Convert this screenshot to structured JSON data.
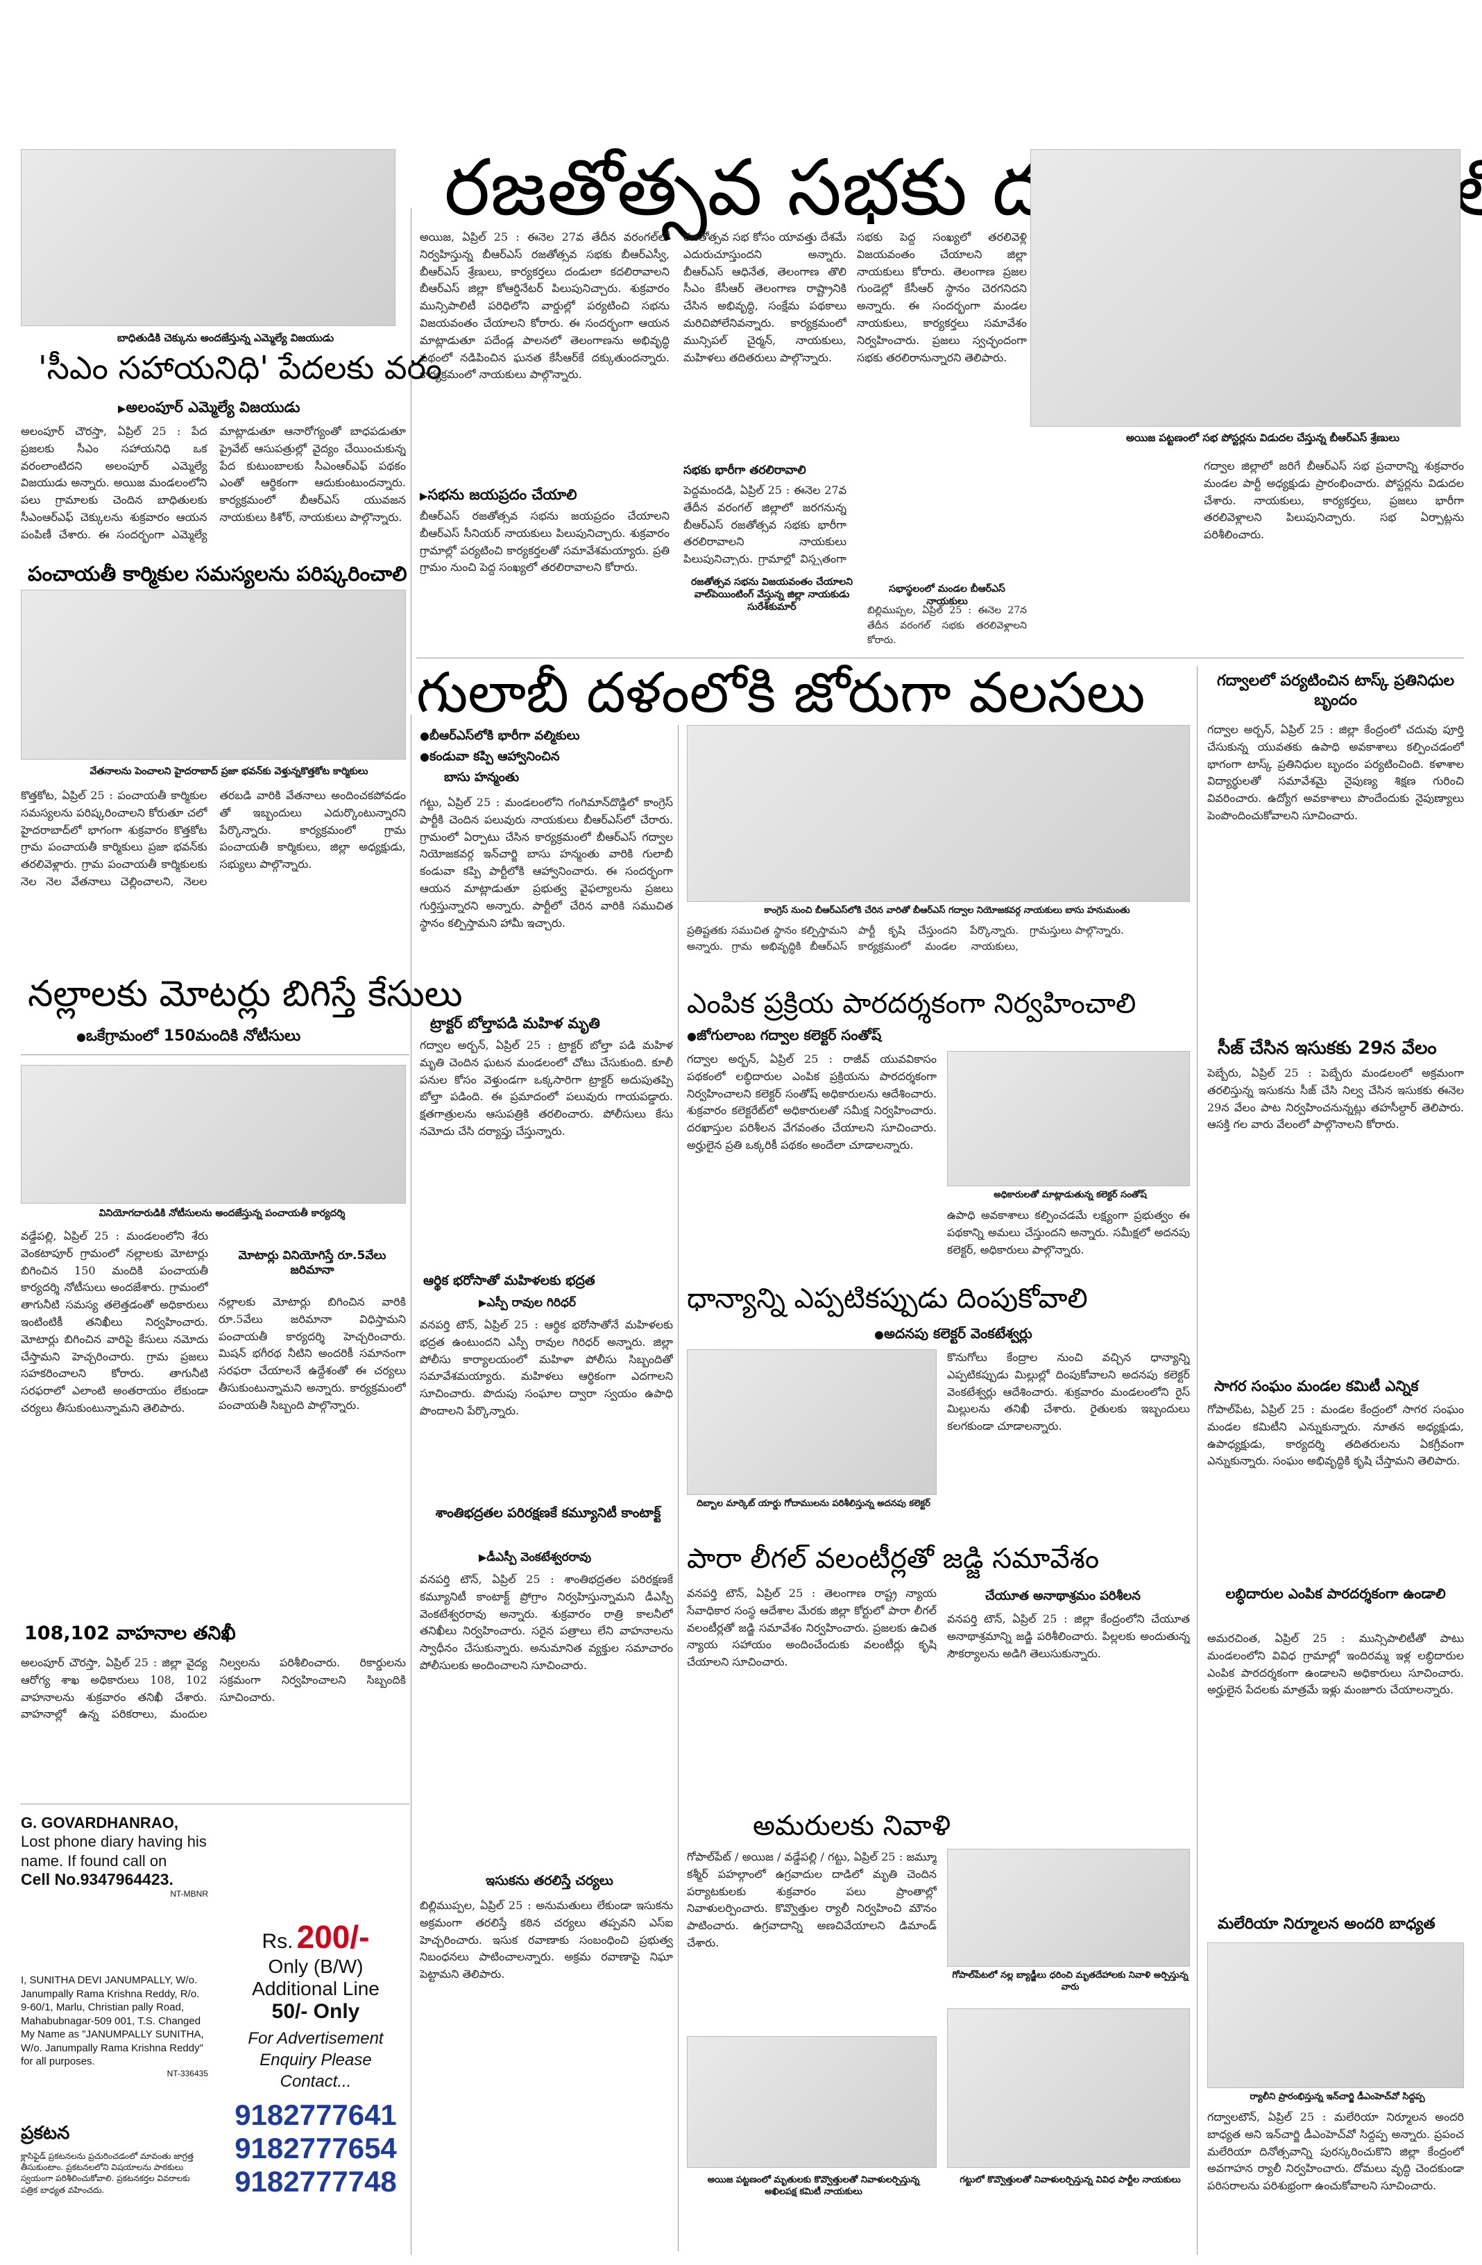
{
  "main_headline": "రజతోత్సవ సభకు దండులా కదలాలి",
  "sec_headline": "గులాబీ దళంలోకి జోరుగా వలసలు",
  "left_top": {
    "caption": "బాధితుడికి చెక్కును అందజేస్తున్న ఎమ్మెల్యే విజయుడు",
    "headline": "'సీఎం సహాయనిధి' పేదలకు వరం",
    "byline": "అలంపూర్ ఎమ్మెల్యే విజయుడు",
    "body": "అలంపూర్ చౌరస్తా, ఏప్రిల్ 25 : పేద ప్రజలకు సీఎం సహాయనిధి ఒక వరంలాంటిదని అలంపూర్ ఎమ్మెల్యే విజయుడు అన్నారు. అయిజ మండలంలోని పలు గ్రామాలకు చెందిన బాధితులకు సీఎంఆర్ఎఫ్ చెక్కులను శుక్రవారం ఆయన పంపిణీ చేశారు. ఈ సందర్భంగా ఎమ్మెల్యే మాట్లాడుతూ ఆనారోగ్యంతో బాధపడుతూ ప్రైవేట్ ఆసుపత్రుల్లో వైద్యం చేయించుకున్న పేద కుటుంబాలకు సీఎంఆర్ఎఫ్ పథకం ఎంతో ఆర్థికంగా ఆదుకుంటుందన్నారు. కార్యక్రమంలో బీఆర్ఎస్ యువజన నాయకులు కిశోర్, నాయకులు పాల్గొన్నారు.",
    "headline2": "పంచాయతీ కార్మికుల సమస్యలను పరిష్కరించాలి"
  },
  "left_mid": {
    "caption": "వేతనాలను పెంచాలని హైదరాబాద్ ప్రజా భవన్‌కు వెళ్తున్నకొత్తకోట కార్మికులు",
    "body": "కొత్తకోట, ఏప్రిల్ 25 : పంచాయతీ కార్మికుల సమస్యలను పరిష్కరించాలని కోరుతూ చలో హైదరాబాద్‌లో భాగంగా శుక్రవారం కొత్తకోట గ్రామ పంచాయతీ కార్మికులు ప్రజా భవన్‌కు తరలివెళ్లారు. గ్రామ పంచాయతీ కార్మికులకు నెల నెల వేతనాలు చెల్లించాలని, నెలల తరబడి వారికి వేతనాలు అందించకపోవడం తో ఇబ్బందులు ఎదుర్కొంటున్నారని పేర్కొన్నారు. కార్యక్రమంలో గ్రామ పంచాయతీ కార్మికులు, జిల్లా అధ్యక్షుడు, సభ్యులు పాల్గొన్నారు.",
    "headline": "నల్లాలకు మోటర్లు బిగిస్తే కేసులు",
    "sub": "ఒకేగ్రామంలో 150మందికి నోటీసులు"
  },
  "left_low": {
    "caption": "వినియోగదారుడికి నోటీసులను అందజేస్తున్న పంచాయతీ కార్యదర్శి",
    "body_a": "వడ్డేపల్లి, ఏప్రిల్ 25 : మండలంలోని శేరు వెంకటాపూర్ గ్రామంలో నల్లాలకు మోటార్లు బిగించిన 150 మందికి పంచాయతీ కార్యదర్శి నోటీసులు అందజేశారు. గ్రామంలో తాగునీటి సమస్య తలెత్తడంతో అధికారులు ఇంటింటికీ తనిఖీలు నిర్వహించారు. మోటార్లు బిగించిన వారిపై కేసులు నమోదు చేస్తామని హెచ్చరించారు. గ్రామ ప్రజలు సహకరించాలని కోరారు. తాగునీటి సరఫరాలో ఎలాంటి అంతరాయం లేకుండా చర్యలు తీసుకుంటున్నామని తెలిపారు.",
    "sub1": "మోటార్లు వినియోగిస్తే రూ.5వేలు జరిమానా",
    "body_b": "నల్లాలకు మోటార్లు బిగించిన వారికి రూ.5వేలు జరిమానా విధిస్తామని పంచాయతీ కార్యదర్శి హెచ్చరించారు. మిషన్ భగీరథ నీటిని అందరికీ సమానంగా సరఫరా చేయాలనే ఉద్దేశంతో ఈ చర్యలు తీసుకుంటున్నామని అన్నారు. కార్యక్రమంలో పంచాయతీ సిబ్బంది పాల్గొన్నారు.",
    "headline": "108,102 వాహనాల తనిఖీ",
    "body_c": "అలంపూర్ చౌరస్తా, ఏప్రిల్ 25 : జిల్లా వైద్య ఆరోగ్య శాఖ అధికారులు 108, 102 వాహనాలను శుక్రవారం తనిఖీ చేశారు. వాహనాల్లో ఉన్న పరికరాలు, మందుల నిల్వలను పరిశీలించారు. రికార్డులను సక్రమంగా నిర్వహించాలని సిబ్బందికి సూచించారు."
  },
  "classifieds": {
    "ad1_title": "G. GOVARDHANRAO,",
    "ad1_body": "Lost phone diary having his name. If found call on",
    "ad1_phone": "Cell No.9347964423.",
    "ad1_code": "NT-MBNR",
    "ad2_body": "I, SUNITHA DEVI JANUMPALLY, W/o. Janumpally Rama Krishna Reddy, R/o. 9-60/1, Marlu, Christian pally Road, Mahabubnagar-509 001, T.S. Changed My Name as \"JANUMPALLY SUNITHA, W/o. Janumpally Rama Krishna Reddy\" for all purposes.",
    "ad2_code": "NT-336435",
    "notice_title": "ప్రకటన",
    "notice_body": "క్లాసిఫైడ్ ప్రకటనలను ప్రచురించడంలో మావంతు జాగ్రత్త తీసుకుంటాం. ప్రకటనలలోని విషయాలను పాఠకులు స్వయంగా పరిశీలించుకోవాలి. ప్రకటనకర్తల వివరాలకు పత్రిక బాధ్యత వహించదు.",
    "rate_prefix": "Rs.",
    "rate_amount": "200/-",
    "rate_line1": "Only (B/W)",
    "rate_line2": "Additional Line",
    "rate_additional": "50/- Only",
    "enquiry": "For Advertisement Enquiry Please Contact...",
    "phones": [
      "9182777641",
      "9182777654",
      "9182777748"
    ]
  },
  "center_top": {
    "body_a": "అయిజ, ఏప్రిల్ 25 : ఈనెల 27వ తేదీన వరంగల్‌లో నిర్వహిస్తున్న బీఆర్ఎస్ రజతోత్సవ సభకు బీఆర్ఎస్వీ, బీఆర్ఎస్ శ్రేణులు, కార్యకర్తలు దండులా కదలిరావాలని బీఆర్ఎస్ జిల్లా కోఆర్డినేటర్ పిలుపునిచ్చారు. శుక్రవారం మున్సిపాలిటీ పరిధిలోని వార్డుల్లో పర్యటించి సభను విజయవంతం చేయాలని కోరారు. ఈ సందర్భంగా ఆయన మాట్లాడుతూ పదేండ్ల పాలనలో తెలంగాణను అభివృద్ధి పథంలో నడిపించిన ఘనత కేసీఆర్‌కే దక్కుతుందన్నారు. కార్యక్రమంలో నాయకులు పాల్గొన్నారు.",
    "sub1": "సభను జయప్రదం చేయాలి",
    "body_b": "బీఆర్ఎస్ రజతోత్సవ సభను జయప్రదం చేయాలని బీఆర్ఎస్ సీనియర్ నాయకులు పిలుపునిచ్చారు. శుక్రవారం గ్రామాల్లో పర్యటించి కార్యకర్తలతో సమావేశమయ్యారు. ప్రతి గ్రామం నుంచి పెద్ద సంఖ్యలో తరలిరావాలని కోరారు.",
    "body_c": "రజతోత్సవ సభ కోసం యావత్తు దేశమే ఎదురుచూస్తుందని అన్నారు. బీఆర్ఎస్ ఆధినేత, తెలంగాణ తొలి సీఎం కేసీఆర్ తెలంగాణ రాష్ట్రానికి చేసిన అభివృద్ధి, సంక్షేమ పథకాలు మరిచిపోలేనివన్నారు. కార్యక్రమంలో మున్సిపల్ చైర్మన్, నాయకులు, మహిళలు తదితరులు పాల్గొన్నారు.",
    "sub2": "సభకు భారీగా తరలిరావాలి",
    "body_d": "పెద్దమందడి, ఏప్రిల్ 25 : ఈనెల 27వ తేదీన వరంగల్ జిల్లాలో జరగనున్న బీఆర్ఎస్ రజతోత్సవ సభకు భారీగా తరలిరావాలని నాయకులు పిలుపునిచ్చారు. గ్రామాల్లో విస్తృతంగా ప్రచారం నిర్వహించారు.",
    "body_e": "సభకు పెద్ద సంఖ్యలో తరలివెళ్లి విజయవంతం చేయాలని జిల్లా నాయకులు కోరారు. తెలంగాణ ప్రజల గుండెల్లో కేసీఆర్ స్థానం చెరగనిదని అన్నారు. ఈ సందర్భంగా మండల నాయకులు, కార్యకర్తలు సమావేశం నిర్వహించారు. ప్రజలు స్వచ్ఛందంగా సభకు తరలిరానున్నారని తెలిపారు.",
    "caption_left": "రజతోత్సవ సభను విజయవంతం చేయాలని వాల్‌పెయింటింగ్ వేస్తున్న జిల్లా నాయకుడు సురేశ్‌కుమార్",
    "caption_mid": "సభాస్థలంలో మండల బీఆర్ఎస్ నాయకులు",
    "body_f": "బిల్లిముప్పల, ఏప్రిల్ 25 : ఈనెల 27న తేదీన వరంగల్ సభకు తరలివెళ్లాలని కోరారు.",
    "caption_right": "అయిజ పట్టణంలో సభ పోస్టర్లను విడుదల చేస్తున్న బీఆర్ఎస్ శ్రేణులు",
    "body_g": "గద్వాల జిల్లాలో జరిగే బీఆర్ఎస్ సభ ప్రచారాన్ని శుక్రవారం మండల పార్టీ అధ్యక్షుడు ప్రారంభించారు. పోస్టర్లను విడుదల చేశారు. నాయకులు, కార్యకర్తలు, ప్రజలు భారీగా తరలివెళ్లాలని పిలుపునిచ్చారు. సభ ఏర్పాట్లను పరిశీలించారు."
  },
  "center_cols": {
    "bullets": [
      "బీఆర్ఎస్‌లోకి భారీగా వల్మికులు",
      "కండువా కప్పి ఆహ్వానించిన"
    ],
    "byline1": "బాసు హన్మంతు",
    "body_a": "గట్టు, ఏప్రిల్ 25 : మండలంలోని గంగిమాన్‌దొడ్డిలో కాంగ్రెస్ పార్టీకి చెందిన పలువురు నాయకులు బీఆర్ఎస్‌లో చేరారు. గ్రామంలో ఏర్పాటు చేసిన కార్యక్రమంలో బీఆర్ఎస్ గద్వాల నియోజకవర్గ ఇన్‌చార్జి బాసు హన్మంతు వారికి గులాబీ కండువా కప్పి పార్టీలోకి ఆహ్వానించారు. ఈ సందర్భంగా ఆయన మాట్లాడుతూ ప్రభుత్వ వైఫల్యాలను ప్రజలు గుర్తిస్తున్నారని అన్నారు. పార్టీలో చేరిన వారికి సముచిత స్థానం కల్పిస్తామని హామీ ఇచ్చారు.",
    "sub1": "ట్రాక్టర్ బోల్తాపడి మహిళ మృతి",
    "body_b": "గద్వాల అర్బన్, ఏప్రిల్ 25 : ట్రాక్టర్ బోల్తా పడి మహిళ మృతి చెందిన ఘటన మండలంలో చోటు చేసుకుంది. కూలీ పనుల కోసం వెళ్తుండగా ఒక్కసారిగా ట్రాక్టర్ అదుపుతప్పి బోల్తా పడింది. ఈ ప్రమాదంలో పలువురు గాయపడ్డారు. క్షతగాత్రులను ఆసుపత్రికి తరలించారు. పోలీసులు కేసు నమోదు చేసి దర్యాప్తు చేస్తున్నారు.",
    "sub2": "ఆర్థిక భరోసాతో మహిళలకు భద్రత",
    "byline2": "ఎస్పీ రావుల గిరిధర్",
    "body_c": "వనపర్తి టౌన్, ఏప్రిల్ 25 : ఆర్థిక భరోసాతోనే మహిళలకు భద్రత ఉంటుందని ఎస్పీ రావుల గిరిధర్ అన్నారు. జిల్లా పోలీసు కార్యాలయంలో మహిళా పోలీసు సిబ్బందితో సమావేశమయ్యారు. మహిళలు ఆర్థికంగా ఎదగాలని సూచించారు. పొదుపు సంఘాల ద్వారా స్వయం ఉపాధి పొందాలని పేర్కొన్నారు.",
    "sub3": "శాంతిభద్రతల పరిరక్షణకే కమ్యూనిటీ కాంటాక్ట్",
    "byline3": "డీఎస్పీ వెంకటేశ్వరరావు",
    "body_d": "వనపర్తి టౌన్, ఏప్రిల్ 25 : శాంతిభద్రతల పరిరక్షణకే కమ్యూనిటీ కాంటాక్ట్ ప్రోగ్రాం నిర్వహిస్తున్నామని డీఎస్పీ వెంకటేశ్వరరావు అన్నారు. శుక్రవారం రాత్రి కాలనీలో తనిఖీలు నిర్వహించారు. సరైన పత్రాలు లేని వాహనాలను స్వాధీనం చేసుకున్నారు. అనుమానిత వ్యక్తుల సమాచారం పోలీసులకు అందించాలని సూచించారు.",
    "sub4": "ఇసుకను తరలిస్తే చర్యలు",
    "body_e": "బిల్లిముప్పల, ఏప్రిల్ 25 : అనుమతులు లేకుండా ఇసుకను అక్రమంగా తరలిస్తే కఠిన చర్యలు తప్పవని ఎస్ఐ హెచ్చరించారు. ఇసుక రవాణాకు సంబంధించి ప్రభుత్వ నిబంధనలు పాటించాలన్నారు. అక్రమ రవాణాపై నిఘా పెట్టామని తెలిపారు."
  },
  "center_right": {
    "caption_top": "కాంగ్రెస్ నుంచి బీఆర్ఎస్‌లోకి చేరిన వారితో బీఆర్ఎస్ గద్వాల నియోజకవర్గ నాయకులు బాసు హనుమంతు",
    "body_top": "ప్రతిష్టతకు సముచిత స్థానం కల్పిస్తామని అన్నారు. గ్రామ అభివృద్ధికి బీఆర్ఎస్ పార్టీ కృషి చేస్తుందని పేర్కొన్నారు. కార్యక్రమంలో మండల నాయకులు, గ్రామస్తులు పాల్గొన్నారు.",
    "headline1": "ఎంపిక ప్రక్రియ పారదర్శకంగా నిర్వహించాలి",
    "bullet1": "జోగులాంబ గద్వాల కలెక్టర్ సంతోష్",
    "body_a": "గద్వాల అర్బన్, ఏప్రిల్ 25 : రాజీవ్ యువవికాసం పథకంలో లబ్ధిదారుల ఎంపిక ప్రక్రియను పారదర్శకంగా నిర్వహించాలని కలెక్టర్ సంతోష్ అధికారులను ఆదేశించారు. శుక్రవారం కలెక్టరేట్‌లో అధికారులతో సమీక్ష నిర్వహించారు. దరఖాస్తుల పరిశీలన వేగవంతం చేయాలని సూచించారు. అర్హులైన ప్రతి ఒక్కరికీ పథకం అందేలా చూడాలన్నారు.",
    "caption_mid": "అధికారులతో మాట్లాడుతున్న కలెక్టర్ సంతోష్",
    "body_b": "ఉపాధి అవకాశాలు కల్పించడమే లక్ష్యంగా ప్రభుత్వం ఈ పథకాన్ని అమలు చేస్తుందని అన్నారు. సమీక్షలో అదనపు కలెక్టర్, అధికారులు పాల్గొన్నారు.",
    "headline2": "ధాన్యాన్ని ఎప్పటికప్పుడు దింపుకోవాలి",
    "bullet2": "అదనపు కలెక్టర్ వెంకటేశ్వర్లు",
    "caption_low": "దిబ్బాల మార్కెట్ యార్డు గోదాములను పరిశీలిస్తున్న అదనపు కలెక్టర్",
    "body_c": "కొనుగోలు కేంద్రాల నుంచి వచ్చిన ధాన్యాన్ని ఎప్పటికప్పుడు మిల్లుల్లో దింపుకోవాలని అదనపు కలెక్టర్ వెంకటేశ్వర్లు ఆదేశించారు. శుక్రవారం మండలంలోని రైస్ మిల్లులను తనిఖీ చేశారు. రైతులకు ఇబ్బందులు కలగకుండా చూడాలన్నారు.",
    "headline3": "పారా లీగల్ వలంటీర్లతో జడ్జి సమావేశం",
    "body_d": "వనపర్తి టౌన్, ఏప్రిల్ 25 : తెలంగాణ రాష్ట్ర న్యాయ సేవాధికార సంస్థ ఆదేశాల మేరకు జిల్లా కోర్టులో పారా లీగల్ వలంటీర్లతో జడ్జి సమావేశం నిర్వహించారు. ప్రజలకు ఉచిత న్యాయ సహాయం అందించేందుకు వలంటీర్లు కృషి చేయాలని సూచించారు.",
    "sub1": "చేయూత అనాథాశ్రమం పరిశీలన",
    "body_e": "వనపర్తి టౌన్, ఏప్రిల్ 25 : జిల్లా కేంద్రంలోని చేయూత అనాథాశ్రమాన్ని జడ్జి పరిశీలించారు. పిల్లలకు అందుతున్న సౌకర్యాలను అడిగి తెలుసుకున్నారు.",
    "headline4": "అమరులకు నివాళి",
    "body_f": "గోపాల్‌పేట్ / అయిజ / వడ్డేపల్లి / గట్టు, ఏప్రిల్ 25 : జమ్మూ కశ్మీర్ పహల్గాంలో ఉగ్రవాదుల దాడిలో మృతి చెందిన పర్యాటకులకు శుక్రవారం పలు ప్రాంతాల్లో నివాళులర్పించారు. కొవ్వొత్తుల ర్యాలీ నిర్వహించి మౌనం పాటించారు. ఉగ్రవాదాన్ని అణచివేయాలని డిమాండ్ చేశారు.",
    "caption_bottom1": "అయిజ పట్టణంలో మృతులకు కొవ్వొత్తులతో నివాళులర్పిస్తున్న అఖిలపక్ష కమిటీ నాయకులు",
    "caption_bottom2": "గోపాల్‌పేటలో నల్ల బ్యాడ్జీలు ధరించి మృతదేహాలకు నివాళి అర్పిస్తున్న వారు",
    "caption_bottom3": "గట్టులో కొవ్వొత్తులతో నివాళులర్పిస్తున్న వివిధ పార్టీల నాయకులు"
  },
  "right_col": {
    "headline1": "గద్వాలలో పర్యటించిన టాస్క్ ప్రతినిధుల బృందం",
    "body_a": "గద్వాల అర్బన్, ఏప్రిల్ 25 : జిల్లా కేంద్రంలో చదువు పూర్తి చేసుకున్న యువతకు ఉపాధి అవకాశాలు కల్పించడంలో భాగంగా టాస్క్ ప్రతినిధుల బృందం పర్యటించింది. కళాశాల విద్యార్థులతో సమావేశమై నైపుణ్య శిక్షణ గురించి వివరించారు. ఉద్యోగ అవకాశాలు పొందేందుకు నైపుణ్యాలు పెంపొందించుకోవాలని సూచించారు.",
    "headline2": "సీజ్ చేసిన ఇసుకకు 29న వేలం",
    "body_b": "పెబ్బేరు, ఏప్రిల్ 25 : పెబ్బేరు మండలంలో అక్రమంగా తరలిస్తున్న ఇసుకను సీజ్ చేసి నిల్వ చేసిన ఇసుకకు ఈనెల 29న వేలం పాట నిర్వహించనున్నట్లు తహసీల్దార్ తెలిపారు. ఆసక్తి గల వారు వేలంలో పాల్గొనాలని కోరారు.",
    "headline3": "సాగర సంఘం మండల కమిటీ ఎన్నిక",
    "body_c": "గోపాల్‌పేట, ఏప్రిల్ 25 : మండల కేంద్రంలో సాగర సంఘం మండల కమిటీని ఎన్నుకున్నారు. నూతన అధ్యక్షుడు, ఉపాధ్యక్షుడు, కార్యదర్శి తదితరులను ఏకగ్రీవంగా ఎన్నుకున్నారు. సంఘం అభివృద్ధికి కృషి చేస్తామని తెలిపారు.",
    "headline4": "లబ్ధిదారుల ఎంపిక పారదర్శకంగా ఉండాలి",
    "body_d": "అమరచింత, ఏప్రిల్ 25 : మున్సిపాలిటీతో పాటు మండలంలోని వివిధ గ్రామాల్లో ఇందిరమ్మ ఇళ్ల లబ్ధిదారుల ఎంపిక పారదర్శకంగా ఉండాలని అధికారులు సూచించారు. అర్హులైన పేదలకు మాత్రమే ఇళ్లు మంజూరు చేయాలన్నారు.",
    "headline5": "మలేరియా నిర్మూలన అందరి బాధ్యత",
    "caption": "ర్యాలీని ప్రారంభిస్తున్న ఇన్‌చార్జి డీఎంహెచ్‌వో సిద్దప్ప",
    "body_e": "గద్వాలటౌన్, ఏప్రిల్ 25 : మలేరియా నిర్మూలన అందరి బాధ్యత అని ఇన్‌చార్జి డీఎంహెచ్‌వో సిద్దప్ప అన్నారు. ప్రపంచ మలేరియా దినోత్సవాన్ని పురస్కరించుకొని జిల్లా కేంద్రంలో అవగాహన ర్యాలీ నిర్వహించారు. దోమలు వృద్ధి చెందకుండా పరిసరాలను పరిశుభ్రంగా ఉంచుకోవాలని సూచించారు."
  }
}
